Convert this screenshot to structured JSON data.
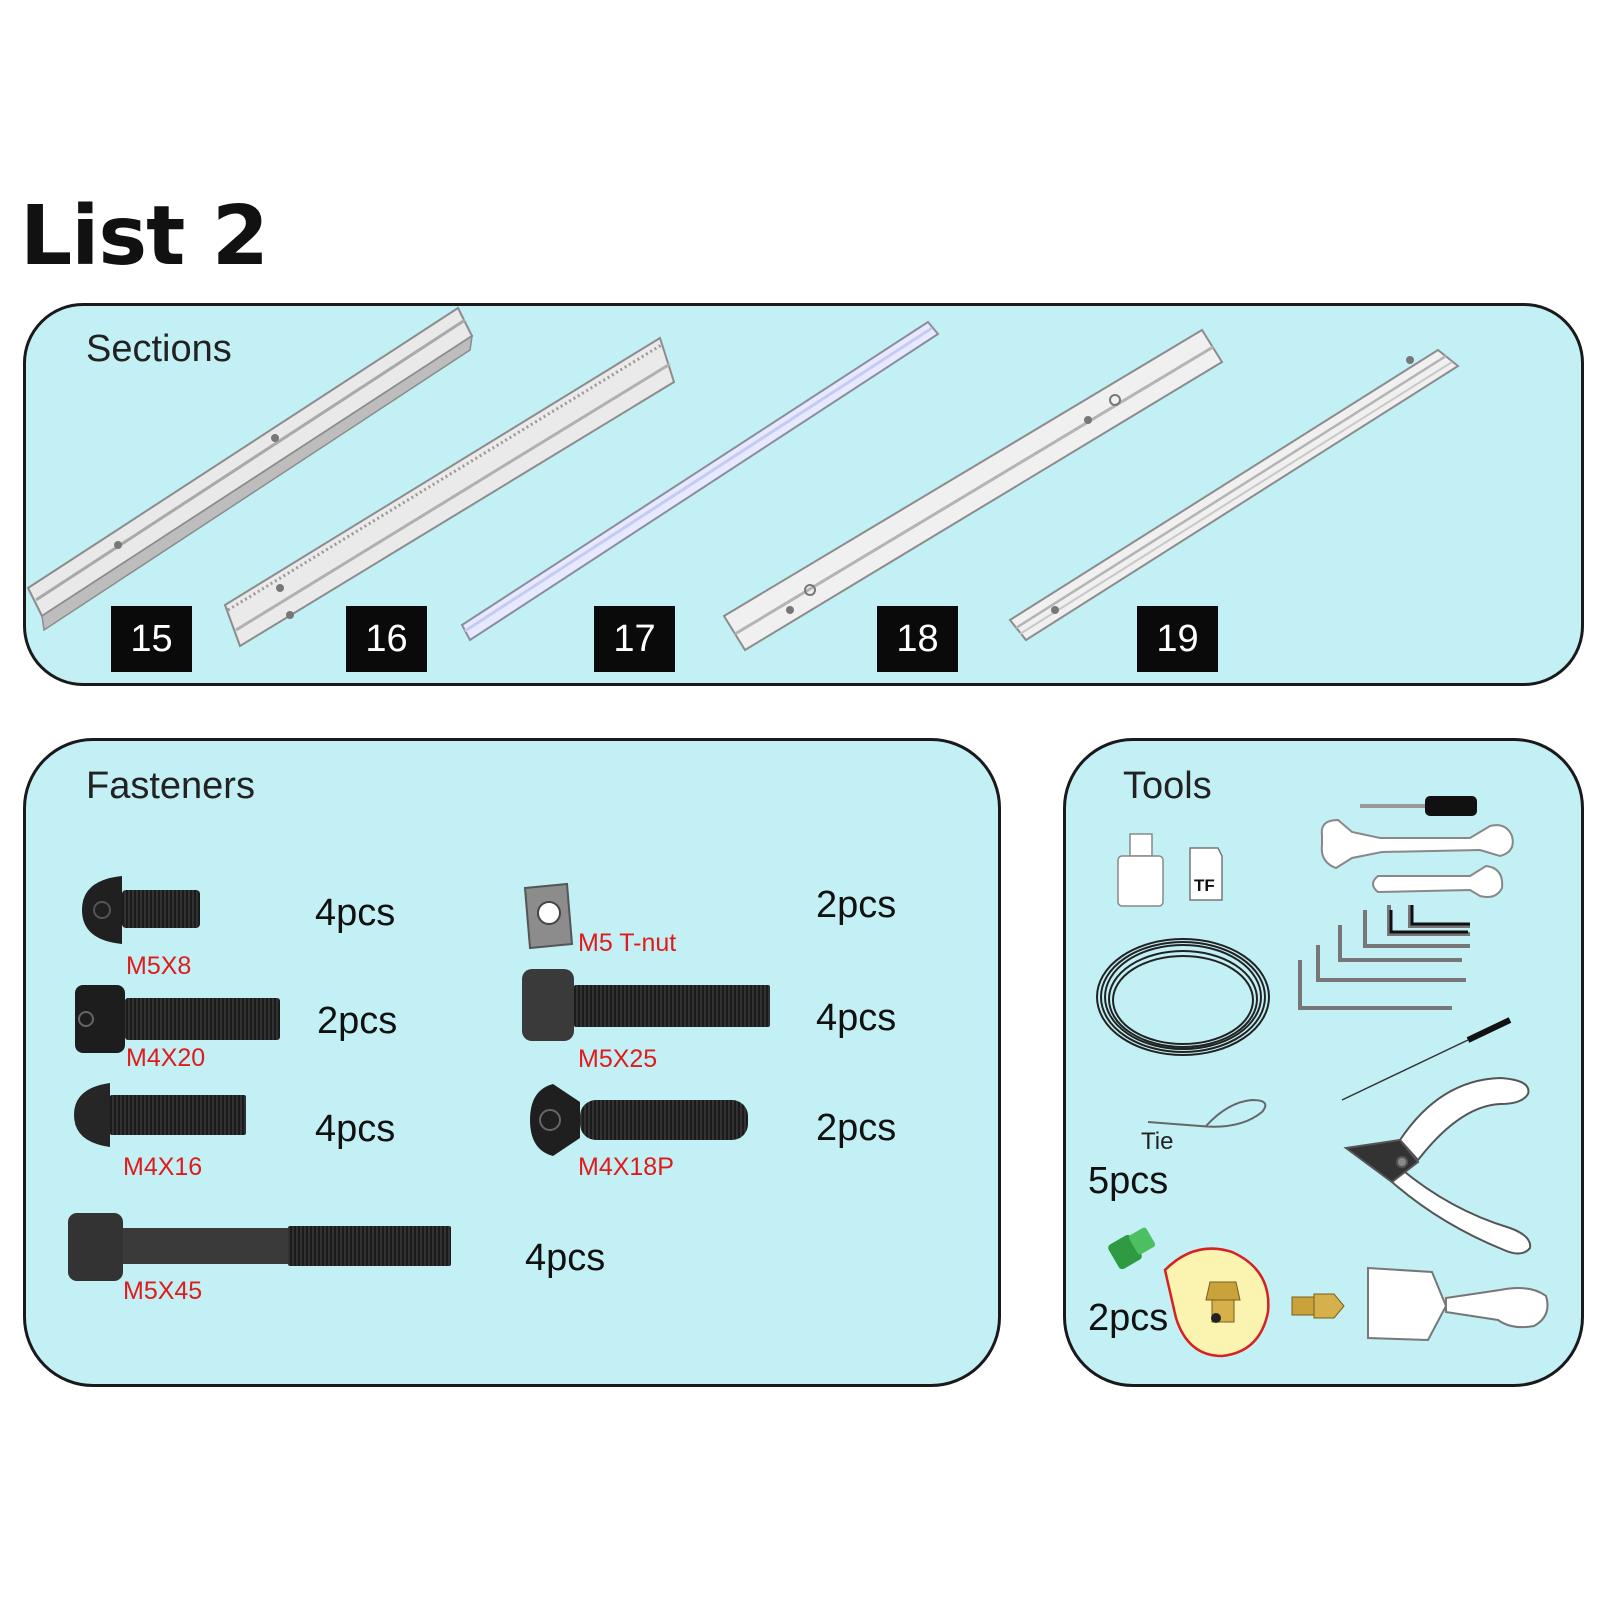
{
  "title": "List 2",
  "sections": {
    "heading": "Sections",
    "parts": [
      {
        "number": "15"
      },
      {
        "number": "16"
      },
      {
        "number": "17"
      },
      {
        "number": "18"
      },
      {
        "number": "19"
      }
    ]
  },
  "fasteners": {
    "heading": "Fasteners",
    "items": [
      {
        "name": "M5X8",
        "qty": "4pcs"
      },
      {
        "name": "M4X20",
        "qty": "2pcs"
      },
      {
        "name": "M4X16",
        "qty": "4pcs"
      },
      {
        "name": "M5X45",
        "qty": "4pcs"
      },
      {
        "name": "M5 T-nut",
        "qty": "2pcs"
      },
      {
        "name": "M5X25",
        "qty": "4pcs"
      },
      {
        "name": "M4X18P",
        "qty": "2pcs"
      }
    ]
  },
  "tools": {
    "heading": "Tools",
    "tf_label": "TF",
    "tie_label": "Tie",
    "tie_qty": "5pcs",
    "nozzle_qty": "2pcs",
    "icons": [
      "usb-card-reader-icon",
      "tf-card-icon",
      "screwdriver-icon",
      "open-wrench-icon",
      "hex-key-set-icon",
      "ptfe-wire-coil-icon",
      "cable-tie-icon",
      "cleaning-needle-icon",
      "side-cutter-pliers-icon",
      "pneumatic-fitting-icon",
      "nozzle-icon",
      "scraper-icon"
    ]
  },
  "colors": {
    "panel_fill": "#c2f0f5",
    "label_red": "#e01b1b",
    "tag_black": "#0a0a0a"
  }
}
